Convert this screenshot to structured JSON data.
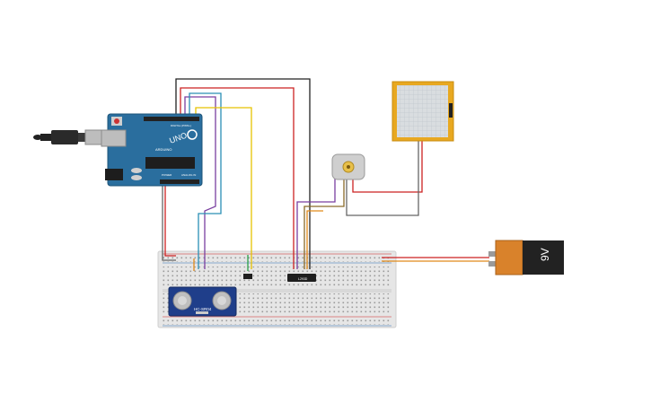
{
  "arduino": {
    "model_label": "UNO",
    "brand_label": "ARDUINO",
    "digital_label": "DIGITAL (PWM~)",
    "power_label": "POWER",
    "analog_label": "ANALOG IN"
  },
  "ultrasonic": {
    "label": "HC-SR04"
  },
  "motor_driver": {
    "label": "L293D"
  },
  "battery": {
    "label": "9V"
  },
  "colors": {
    "arduino_blue": "#2a6e9e",
    "breadboard": "#e6e6e6",
    "display_frame": "#e8a820",
    "display_screen": "#d9dde0",
    "battery_orange": "#d9822b",
    "battery_black": "#222222",
    "wire_red": "#cc2222",
    "wire_black": "#222222",
    "wire_blue": "#2a8fb5",
    "wire_purple": "#7a3fa0",
    "wire_yellow": "#e6c200",
    "wire_orange": "#e08a1a",
    "wire_gray": "#666666",
    "wire_brown": "#8a6a2a"
  },
  "icons": {
    "usb_cable": "usb-cable-icon",
    "motor": "dc-motor-icon",
    "sensor_eyes": "transducer-icon"
  }
}
